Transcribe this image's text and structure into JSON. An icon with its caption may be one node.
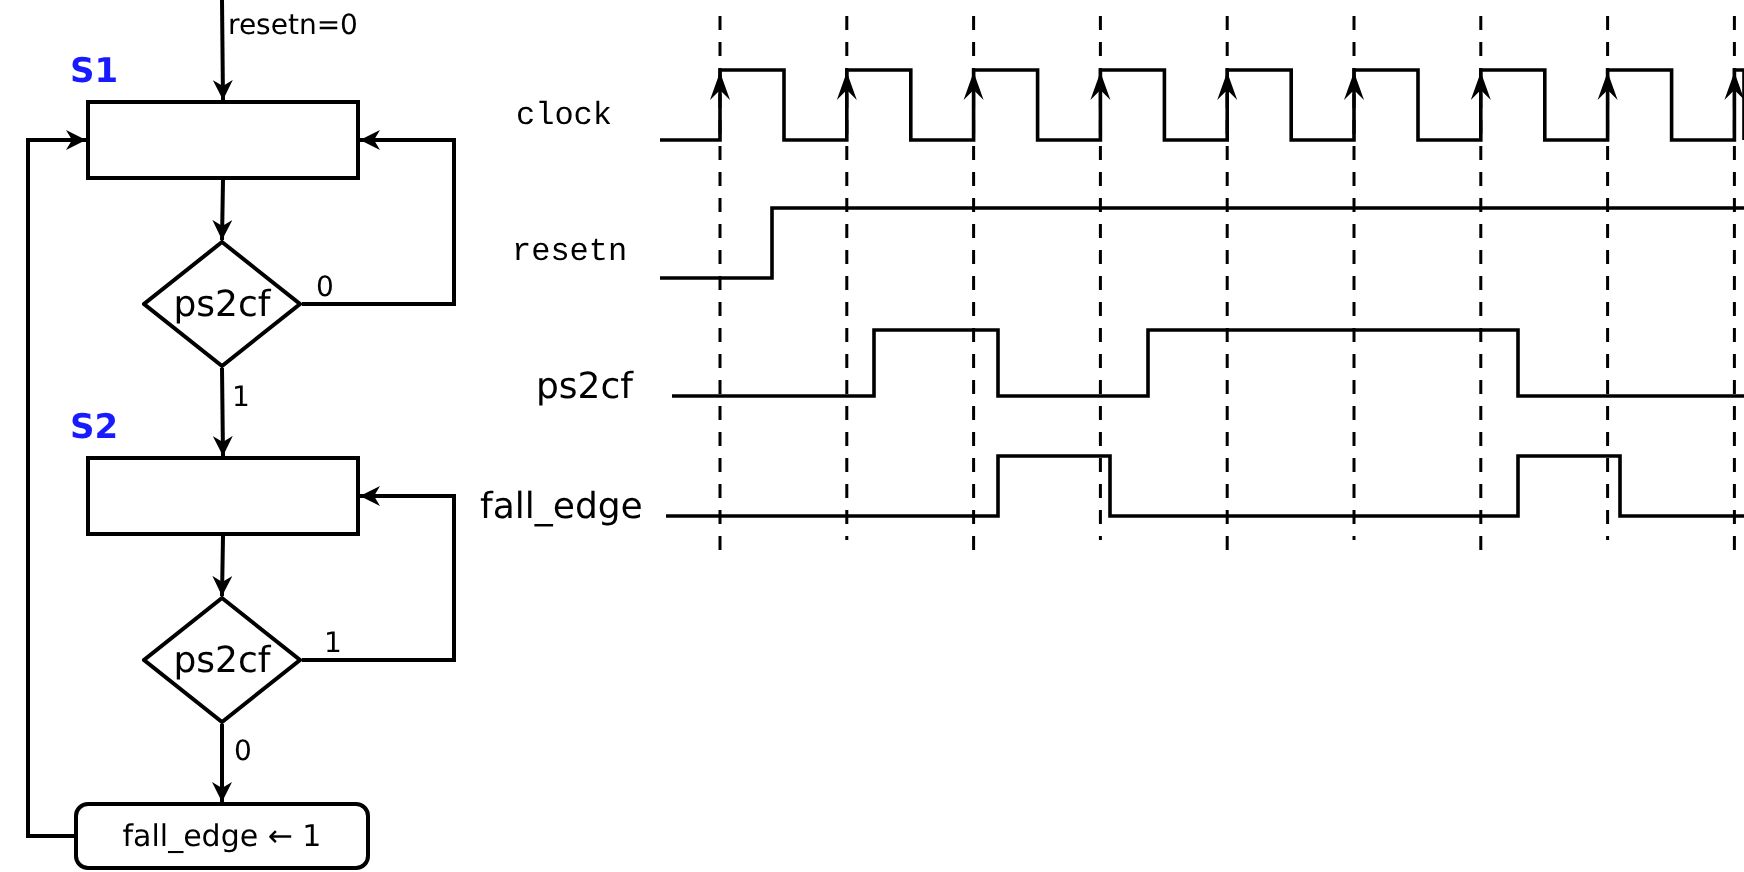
{
  "diagram": {
    "nodes": [
      {
        "text": [
          "S1"
        ]
      },
      {
        "text": [
          "ps2cf"
        ]
      },
      {
        "text": [
          "S2"
        ]
      },
      {
        "text": [
          "ps2cf"
        ]
      },
      {
        "text": [
          "fall_edge ← 1"
        ]
      }
    ],
    "edges": [
      {
        "from": null,
        "to": 0,
        "arrow": "to",
        "label": "resetn=0"
      },
      {
        "from": 0,
        "to": 1,
        "arrow": "to"
      },
      {
        "from": 1,
        "to": 0,
        "arrow": "to",
        "label": "0"
      },
      {
        "from": 1,
        "to": 2,
        "arrow": "to",
        "label": "1"
      },
      {
        "from": 2,
        "to": 3,
        "arrow": "to"
      },
      {
        "from": 3,
        "to": 2,
        "arrow": "to",
        "label": "1"
      },
      {
        "from": 3,
        "to": 4,
        "arrow": "to",
        "label": "0"
      },
      {
        "from": 4,
        "to": 0,
        "arrow": "to"
      }
    ],
    "labels": [
      "clock",
      "resetn",
      "ps2cf",
      "fall_edge"
    ]
  }
}
